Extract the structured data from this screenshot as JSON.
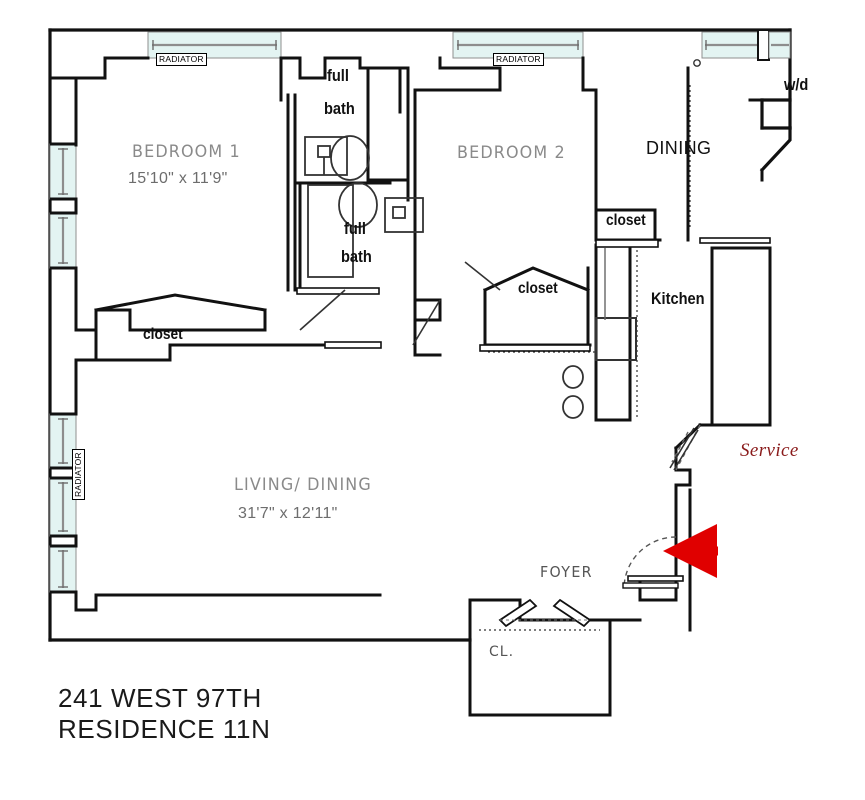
{
  "title": {
    "line1": "241 WEST 97TH",
    "line2": "RESIDENCE 11N"
  },
  "rooms": [
    {
      "key": "bedroom1",
      "name": "BEDROOM 1",
      "dimensions": "15'10\" x 11'9\""
    },
    {
      "key": "bedroom2",
      "name": "BEDROOM 2",
      "dimensions": ""
    },
    {
      "key": "living",
      "name": "LIVING/ DINING",
      "dimensions": "31'7\" x 12'11\""
    },
    {
      "key": "dining",
      "name": "DINING",
      "dimensions": ""
    },
    {
      "key": "kitchen",
      "name": "Kitchen",
      "dimensions": ""
    },
    {
      "key": "foyer",
      "name": "FOYER",
      "dimensions": ""
    }
  ],
  "labels": {
    "full_bath_1_line1": "full",
    "full_bath_1_line2": "bath",
    "full_bath_2_line1": "full",
    "full_bath_2_line2": "bath",
    "washer_dryer": "w/d",
    "closet_bedroom1": "closet",
    "closet_hall": "closet",
    "closet_dining": "closet",
    "foyer_closet": "CL.",
    "service_entry": "Service"
  },
  "radiators": [
    {
      "id": "radiator-top-left",
      "label": "RADIATOR",
      "orientation": "horizontal"
    },
    {
      "id": "radiator-top-right",
      "label": "RADIATOR",
      "orientation": "horizontal"
    },
    {
      "id": "radiator-left-wall",
      "label": "RADIATOR",
      "orientation": "vertical"
    }
  ],
  "markers": {
    "entry_arrow": "entry-direction-arrow"
  },
  "colors": {
    "wall": "#111111",
    "window_fill": "#e3f4f2",
    "window_stroke": "#6d6d6d",
    "arrow": "#e00000",
    "service_text": "#8a1b1b",
    "room_name": "#8a8a8a",
    "title_text": "#1a1a1a",
    "background": "#ffffff"
  }
}
